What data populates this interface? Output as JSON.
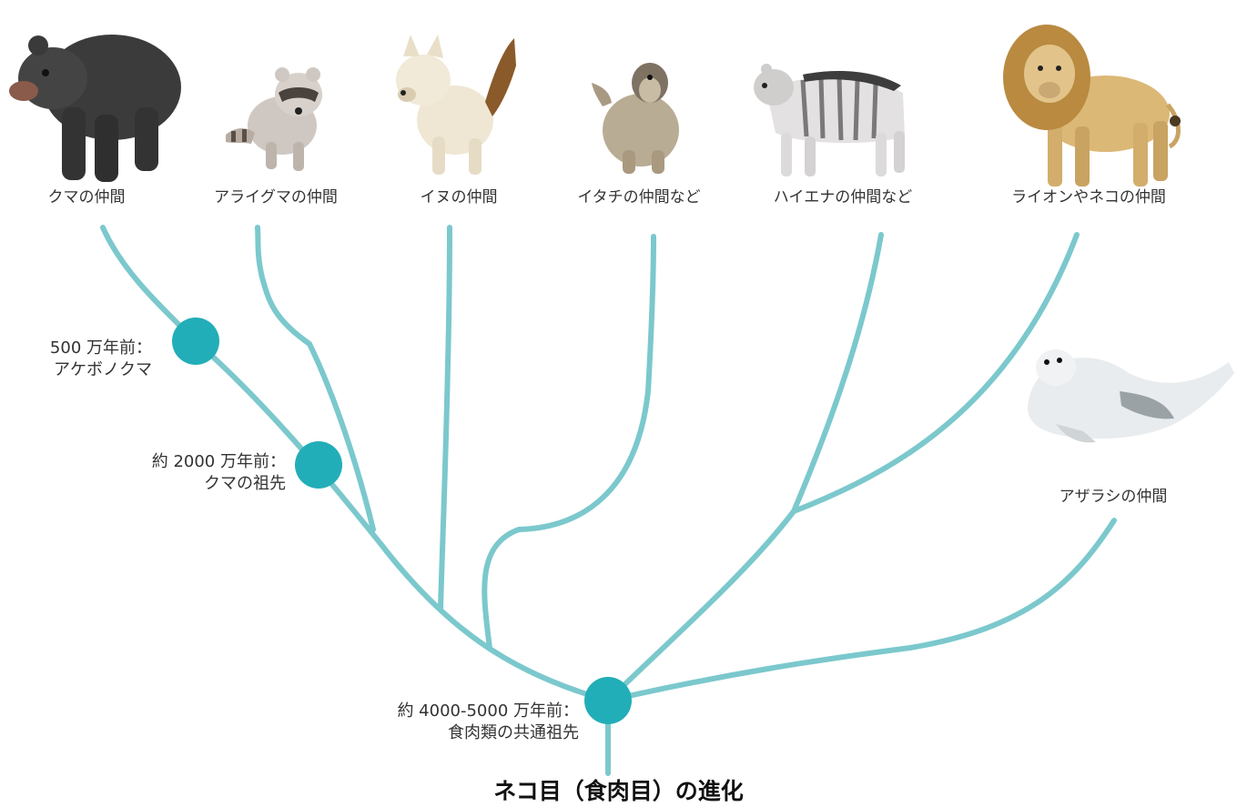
{
  "title": "ネコ目（食肉目）の進化",
  "clades": [
    {
      "label": "クマの仲間",
      "icon": "bear-icon"
    },
    {
      "label": "アライグマの仲間",
      "icon": "raccoon-icon"
    },
    {
      "label": "イヌの仲間",
      "icon": "dog-icon"
    },
    {
      "label": "イタチの仲間など",
      "icon": "weasel-icon"
    },
    {
      "label": "ハイエナの仲間など",
      "icon": "hyena-icon"
    },
    {
      "label": "ライオンやネコの仲間",
      "icon": "lion-icon"
    },
    {
      "label": "アザラシの仲間",
      "icon": "seal-icon"
    }
  ],
  "nodes": [
    {
      "time": "500 万年前：",
      "name": "アケボノクマ"
    },
    {
      "time": "約 2000 万年前：",
      "name": "クマの祖先"
    },
    {
      "time": "約 4000-5000 万年前：",
      "name": "食肉類の共通祖先"
    }
  ],
  "colors": {
    "branch": "#7bc8cd",
    "node": "#22aeb8",
    "text": "#333333"
  }
}
